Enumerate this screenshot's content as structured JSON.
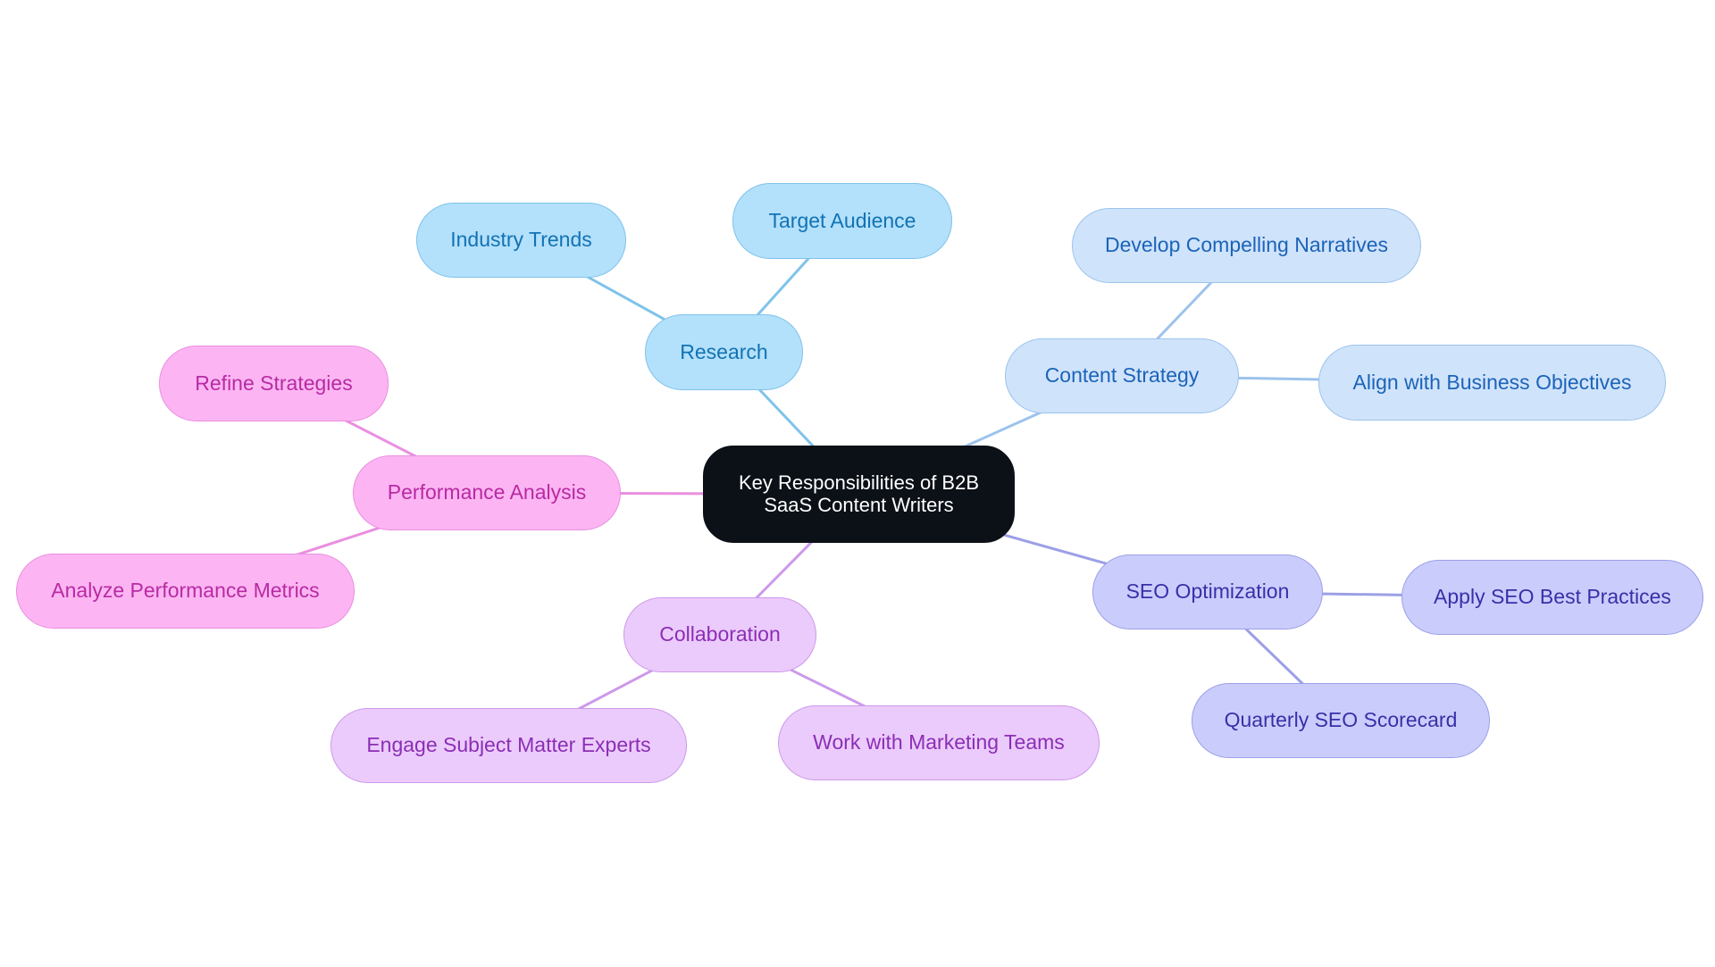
{
  "root": {
    "label": "Key Responsibilities of B2B SaaS Content Writers"
  },
  "branches": [
    {
      "key": "research",
      "label": "Research",
      "colors": {
        "fill": "#b3e0fb",
        "border": "#7fc3ea",
        "text": "#1273b3",
        "line": "#7fc3ea"
      },
      "children": [
        {
          "key": "industry-trends",
          "label": "Industry Trends"
        },
        {
          "key": "target-audience",
          "label": "Target Audience"
        }
      ]
    },
    {
      "key": "content-strategy",
      "label": "Content Strategy",
      "colors": {
        "fill": "#cfe3fb",
        "border": "#9dc3ec",
        "text": "#1c63b8",
        "line": "#9dc3ec"
      },
      "children": [
        {
          "key": "develop-compelling-narratives",
          "label": "Develop Compelling Narratives"
        },
        {
          "key": "align-with-business-objectives",
          "label": "Align with Business Objectives"
        }
      ]
    },
    {
      "key": "seo-optimization",
      "label": "SEO Optimization",
      "colors": {
        "fill": "#cacdfc",
        "border": "#9c9fe6",
        "text": "#3a2fa8",
        "line": "#9c9fe6"
      },
      "children": [
        {
          "key": "apply-seo-best-practices",
          "label": "Apply SEO Best Practices"
        },
        {
          "key": "quarterly-seo-scorecard",
          "label": "Quarterly SEO Scorecard"
        }
      ]
    },
    {
      "key": "collaboration",
      "label": "Collaboration",
      "colors": {
        "fill": "#ebcbfb",
        "border": "#cd99ea",
        "text": "#8b2eb6",
        "line": "#cd99ea"
      },
      "children": [
        {
          "key": "engage-subject-matter-experts",
          "label": "Engage Subject Matter Experts"
        },
        {
          "key": "work-with-marketing-teams",
          "label": "Work with Marketing Teams"
        }
      ]
    },
    {
      "key": "performance-analysis",
      "label": "Performance Analysis",
      "colors": {
        "fill": "#fcb5f2",
        "border": "#ea8fe0",
        "text": "#b82aa4",
        "line": "#ea8fe0"
      },
      "children": [
        {
          "key": "refine-strategies",
          "label": "Refine Strategies"
        },
        {
          "key": "analyze-performance-metrics",
          "label": "Analyze Performance Metrics"
        }
      ]
    }
  ],
  "root_colors": {
    "fill": "#0c1118",
    "border": "#0c1118",
    "text": "#ffffff"
  }
}
